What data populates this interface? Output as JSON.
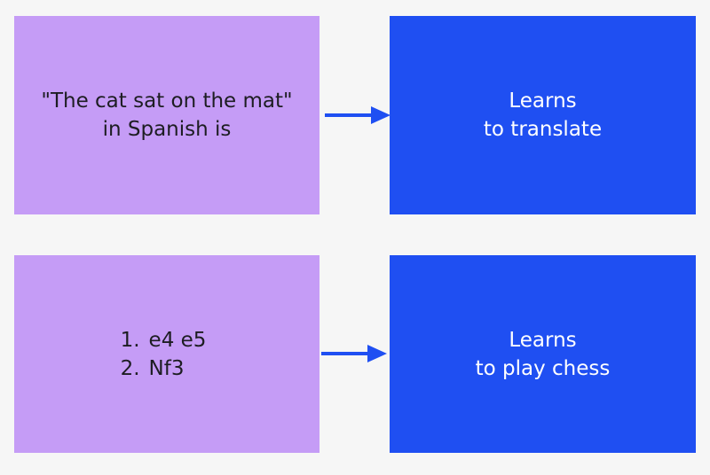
{
  "rows": [
    {
      "input_lines": [
        "\"The cat sat on the mat\"",
        "in Spanish is"
      ],
      "output_lines": [
        "Learns",
        "to translate"
      ]
    },
    {
      "input_list": [
        {
          "num": "1.",
          "text": "e4 e5"
        },
        {
          "num": "2.",
          "text": "Nf3"
        }
      ],
      "output_lines": [
        "Learns",
        "to play chess"
      ]
    }
  ],
  "colors": {
    "input_box": "#c59cf6",
    "output_box": "#1f4ff2",
    "arrow": "#1f4ff2",
    "background": "#f6f6f6"
  }
}
